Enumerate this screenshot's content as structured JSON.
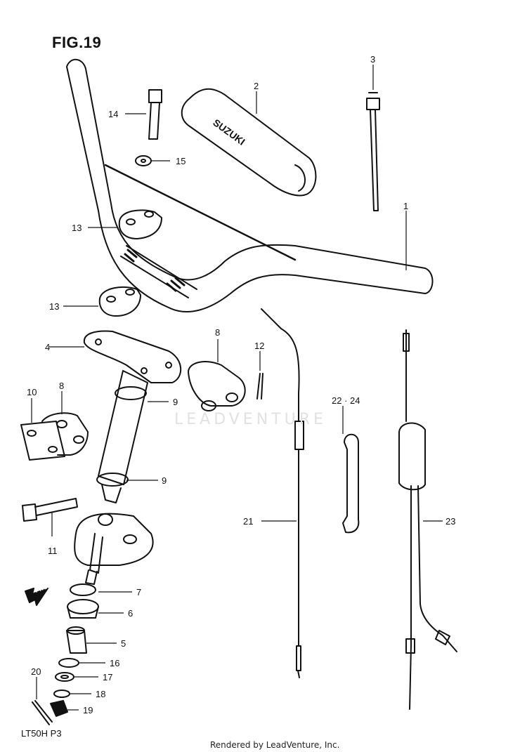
{
  "figure": {
    "title": "FIG.19",
    "model_code": "LT50H P3"
  },
  "watermark": "LEADVENTURE",
  "footer": {
    "credit": "Rendered by LeadVenture, Inc."
  },
  "brand_mark": "SUZUKI",
  "fwd_mark": "FWD",
  "callouts": {
    "c1": "1",
    "c2": "2",
    "c3": "3",
    "c4": "4",
    "c5": "5",
    "c6": "6",
    "c7": "7",
    "c8a": "8",
    "c8b": "8",
    "c9a": "9",
    "c9b": "9",
    "c10": "10",
    "c11": "11",
    "c12": "12",
    "c13a": "13",
    "c13b": "13",
    "c14": "14",
    "c15": "15",
    "c16": "16",
    "c17": "17",
    "c18": "18",
    "c19": "19",
    "c20": "20",
    "c21": "21",
    "c22_24": "22 · 24",
    "c23": "23"
  }
}
